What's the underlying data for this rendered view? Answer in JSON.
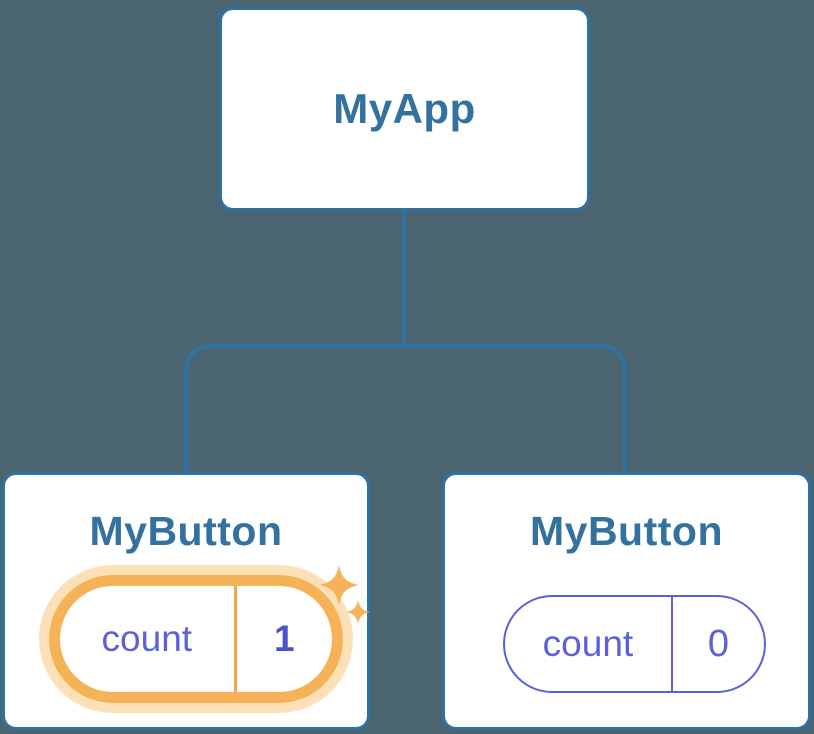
{
  "palette": {
    "background": "#4A6470",
    "stroke_blue": "#2E72A4",
    "text_blue": "#33719E",
    "state_purple": "#5C61DA",
    "state_purple_bold": "#4B50CC",
    "highlight_orange": "#F6B257",
    "highlight_glow": "#FCE1B8",
    "highlight_divider": "#F0A64E",
    "card_background": "#FFFFFF"
  },
  "tree": {
    "root": {
      "label": "MyApp"
    },
    "children": [
      {
        "label": "MyButton",
        "state": {
          "key": "count",
          "value": "1"
        },
        "highlighted": true
      },
      {
        "label": "MyButton",
        "state": {
          "key": "count",
          "value": "0"
        },
        "highlighted": false
      }
    ]
  }
}
